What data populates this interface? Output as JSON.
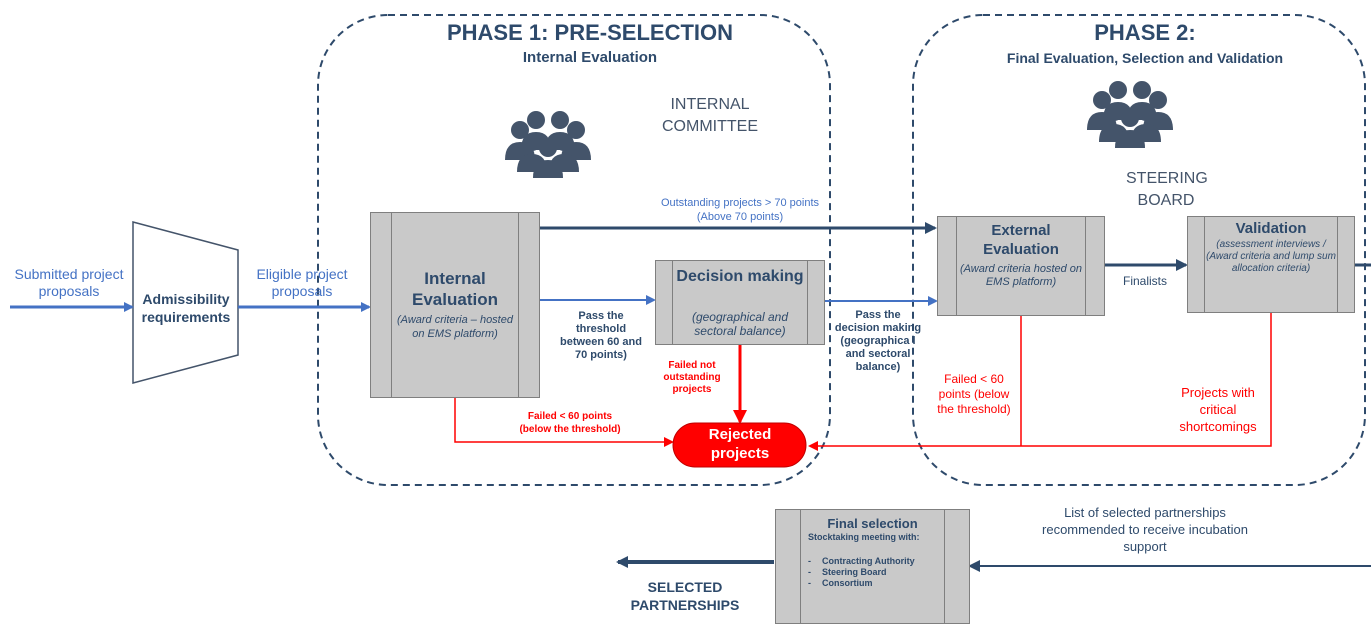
{
  "phase1": {
    "title": "PHASE 1: PRE-SELECTION",
    "subtitle": "Internal Evaluation",
    "group_label": "INTERNAL COMMITTEE",
    "group_icon": "people-group-icon"
  },
  "phase2": {
    "title": "PHASE 2:",
    "subtitle": "Final Evaluation, Selection and Validation",
    "group_label": "STEERING BOARD",
    "group_icon": "people-group-icon"
  },
  "inputs": {
    "submitted": "Submitted project proposals",
    "eligible": "Eligible project proposals"
  },
  "admissibility": {
    "label": "Admissibility requirements"
  },
  "internal_evaluation": {
    "title": "Internal Evaluation",
    "detail": "(Award criteria – hosted on EMS platform)"
  },
  "decision_making": {
    "title": "Decision making",
    "detail": "(geographical and sectoral balance)"
  },
  "external_evaluation": {
    "title": "External Evaluation",
    "detail": "(Award criteria hosted on EMS platform)"
  },
  "validation": {
    "title": "Validation",
    "detail": "(assessment interviews / (Award criteria and lump sum allocation criteria)"
  },
  "flows": {
    "outstanding": "Outstanding projects > 70 points",
    "outstanding_sub": "(Above 70 points)",
    "pass_threshold": "Pass the threshold between 60 and 70 points)",
    "pass_decision": "Pass the decision making (geographica l and sectoral balance)",
    "finalists": "Finalists",
    "failed_60_p1": "Failed < 60 points",
    "failed_60_p1_sub": "(below the threshold)",
    "failed_not_outstanding": "Failed not outstanding projects",
    "failed_60_p2": "Failed < 60 points (below the threshold)",
    "critical": "Projects with critical shortcomings",
    "list_selected": "List of selected partnerships recommended to receive incubation support"
  },
  "rejected": {
    "label": "Rejected projects"
  },
  "final_selection": {
    "title": "Final selection",
    "intro": "Stocktaking meeting with:",
    "items": [
      "Contracting Authority",
      "Steering Board",
      "Consortium"
    ]
  },
  "output": {
    "label": "SELECTED PARTNERSHIPS"
  },
  "colors": {
    "dark_blue": "#2e4a6b",
    "mid_blue": "#4472c4",
    "red": "#ff0000",
    "box_gray": "#c9c9c9"
  }
}
